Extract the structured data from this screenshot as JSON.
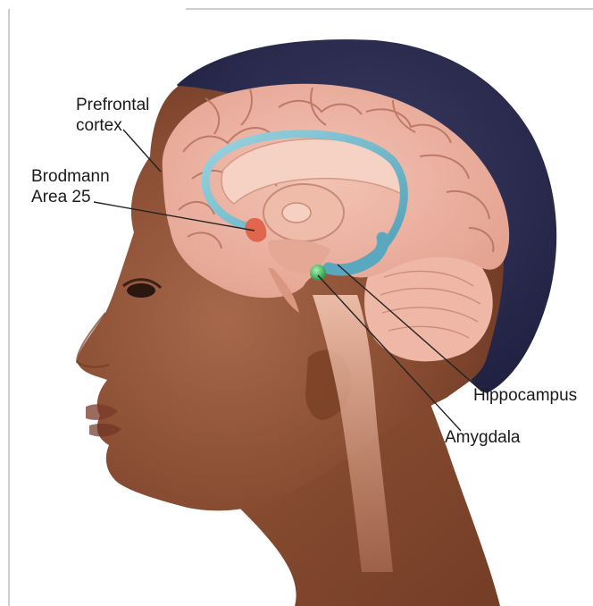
{
  "labels": {
    "prefrontal_cortex": [
      "Prefrontal",
      "cortex"
    ],
    "brodmann_area_25": [
      "Brodmann",
      "Area 25"
    ],
    "hippocampus": "Hippocampus",
    "amygdala": "Amygdala"
  },
  "colors": {
    "hair": "#2b2c4e",
    "skin": "#8a4e34",
    "brain": "#ecb0a0",
    "gyri_lines": "#b8705e",
    "ventricle_blue": "#6fb7c9",
    "area25_red": "#e0674e",
    "amygdala_green": "#4fc46a",
    "frame_line": "#cfcfcf"
  }
}
